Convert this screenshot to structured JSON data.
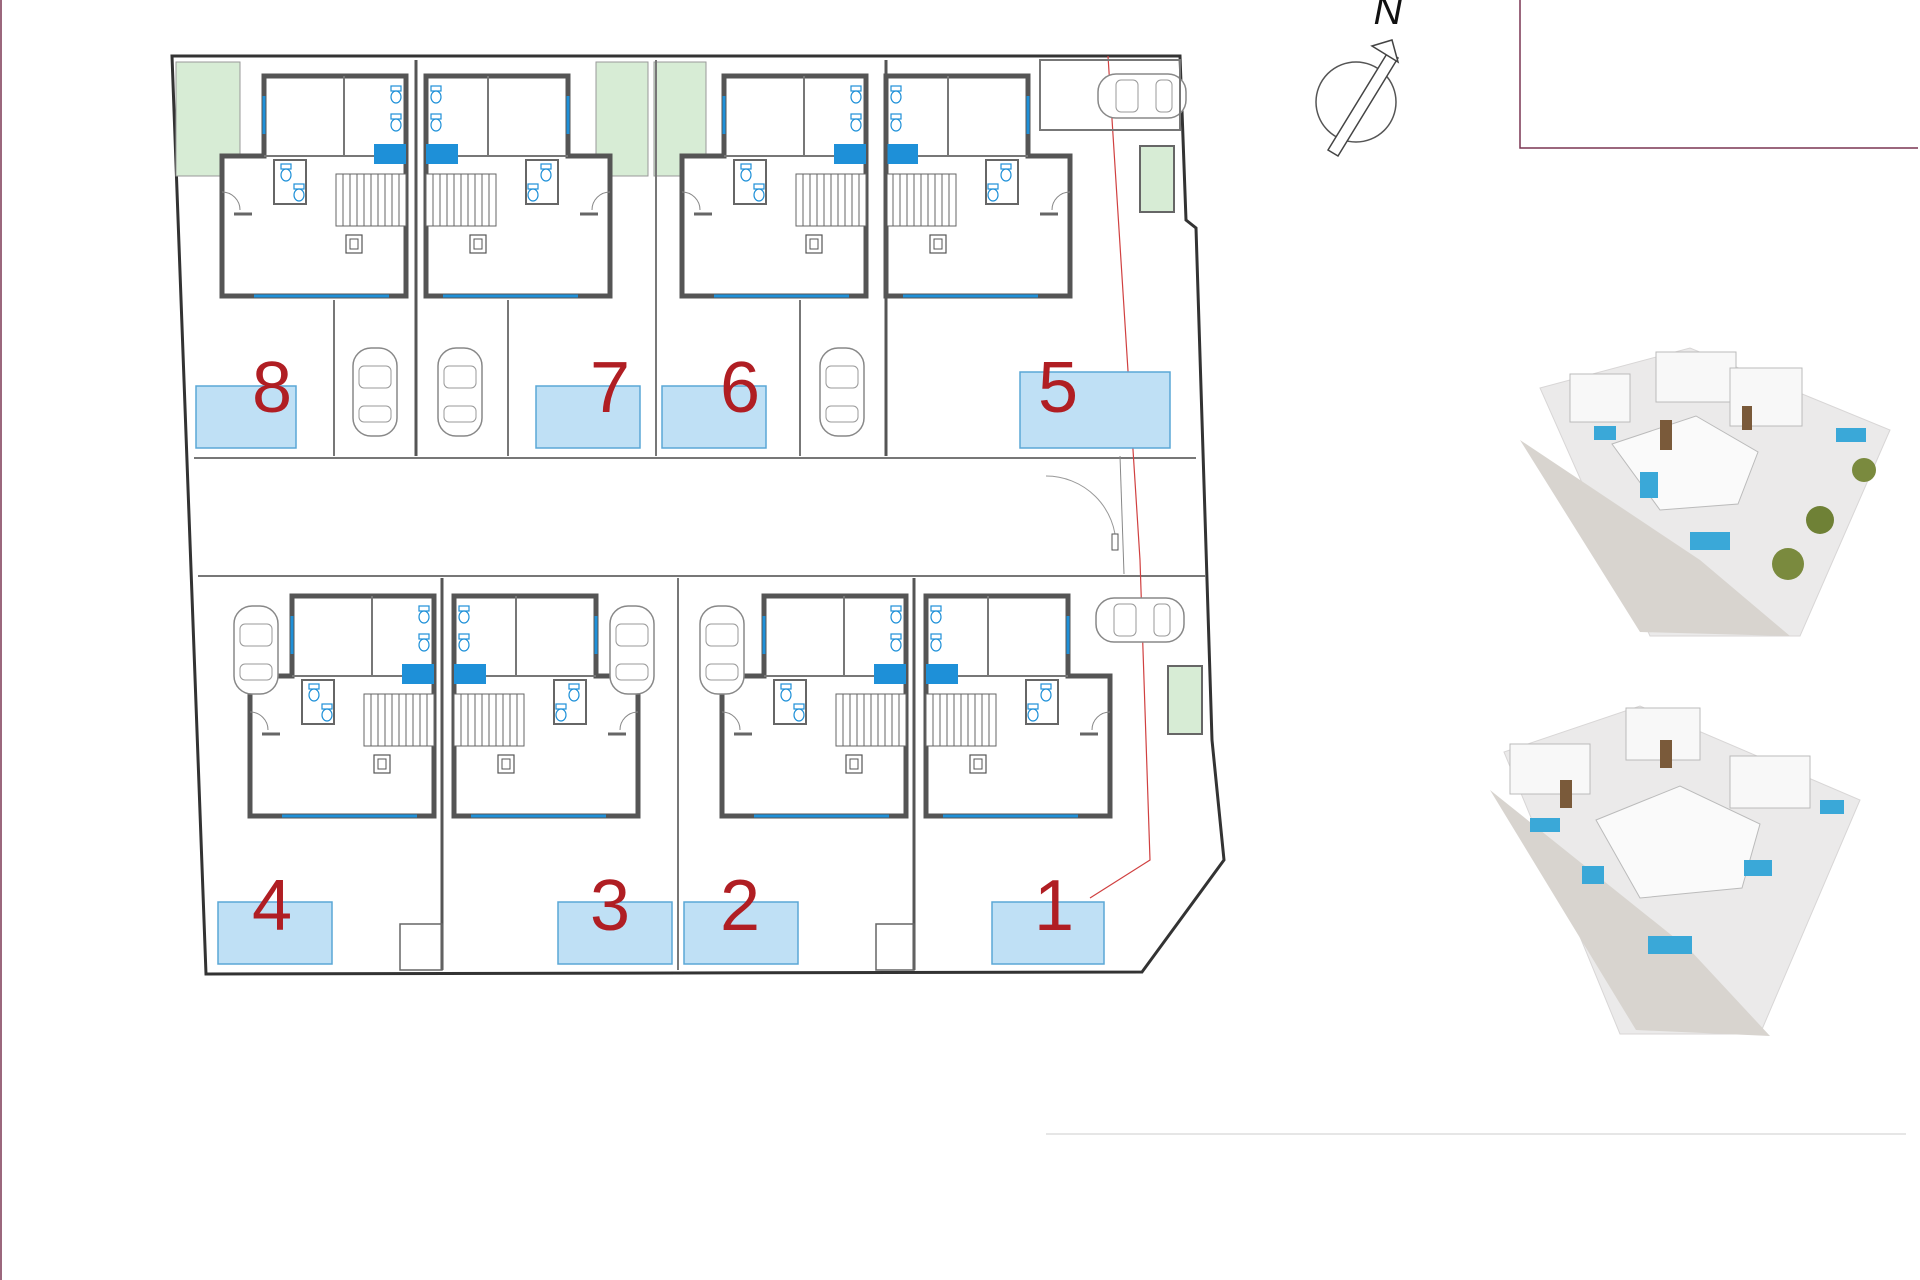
{
  "north_label": "N",
  "lots": [
    {
      "number": "8"
    },
    {
      "number": "7"
    },
    {
      "number": "6"
    },
    {
      "number": "5"
    },
    {
      "number": "4"
    },
    {
      "number": "3"
    },
    {
      "number": "2"
    },
    {
      "number": "1"
    }
  ],
  "colors": {
    "lot_number": "#b01e23",
    "pool": "#bfe0f5",
    "pool_stroke": "#5aa7d6",
    "wall": "#555555",
    "glazing": "#1e90d8",
    "garden": "#d7ecd5",
    "property_line": "#d04040",
    "frame": "#7a3552"
  },
  "icons": [
    "north-arrow-icon",
    "car-icon",
    "staircase-icon",
    "toilet-icon"
  ]
}
